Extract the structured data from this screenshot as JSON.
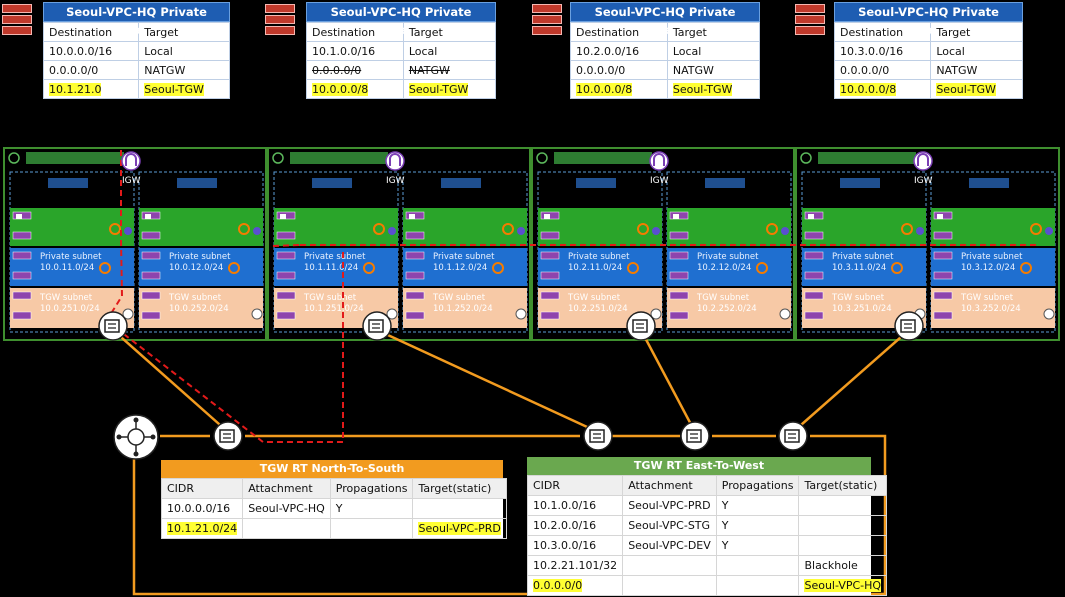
{
  "route_tables": [
    {
      "title": "Seoul-VPC-HQ Private Subnet RT",
      "headers": [
        "Destination",
        "Target"
      ],
      "rows": [
        {
          "dest": "10.0.0.0/16",
          "target": "Local"
        },
        {
          "dest": "0.0.0.0/0",
          "target": "NATGW"
        },
        {
          "dest": "10.1.21.0",
          "target": "Seoul-TGW"
        }
      ]
    },
    {
      "title": "Seoul-VPC-HQ Private Subnet RT",
      "headers": [
        "Destination",
        "Target"
      ],
      "rows": [
        {
          "dest": "10.1.0.0/16",
          "target": "Local"
        },
        {
          "dest": "0.0.0.0/0",
          "target": "NATGW"
        },
        {
          "dest": "10.0.0.0/8",
          "target": "Seoul-TGW"
        }
      ]
    },
    {
      "title": "Seoul-VPC-HQ Private Subnet RT",
      "headers": [
        "Destination",
        "Target"
      ],
      "rows": [
        {
          "dest": "10.2.0.0/16",
          "target": "Local"
        },
        {
          "dest": "0.0.0.0/0",
          "target": "NATGW"
        },
        {
          "dest": "10.0.0.0/8",
          "target": "Seoul-TGW"
        }
      ]
    },
    {
      "title": "Seoul-VPC-HQ Private Subnet RT",
      "headers": [
        "Destination",
        "Target"
      ],
      "rows": [
        {
          "dest": "10.3.0.0/16",
          "target": "Local"
        },
        {
          "dest": "0.0.0.0/0",
          "target": "NATGW"
        },
        {
          "dest": "10.0.0.0/8",
          "target": "Seoul-TGW"
        }
      ]
    }
  ],
  "igw_label": "IGW",
  "private_subnet_label": "Private subnet",
  "tgw_subnet_label": "TGW subnet",
  "subnets": [
    {
      "private": "10.0.11.0/24",
      "tgw": "10.0.251.0/24"
    },
    {
      "private": "10.0.12.0/24",
      "tgw": "10.0.252.0/24"
    },
    {
      "private": "10.1.11.0/24",
      "tgw": "10.1.251.0/24"
    },
    {
      "private": "10.1.12.0/24",
      "tgw": "10.1.252.0/24"
    },
    {
      "private": "10.2.11.0/24",
      "tgw": "10.2.251.0/24"
    },
    {
      "private": "10.2.12.0/24",
      "tgw": "10.2.252.0/24"
    },
    {
      "private": "10.3.11.0/24",
      "tgw": "10.3.251.0/24"
    },
    {
      "private": "10.3.12.0/24",
      "tgw": "10.3.252.0/24"
    }
  ],
  "tgw_rt_ns": {
    "title": "TGW RT  North-To-South",
    "headers": [
      "CIDR",
      "Attachment",
      "Propagations",
      "Target(static)"
    ],
    "rows": [
      [
        "10.0.0.0/16",
        "Seoul-VPC-HQ",
        "Y",
        ""
      ],
      [
        "10.1.21.0/24",
        "",
        "",
        "Seoul-VPC-PRD"
      ]
    ]
  },
  "tgw_rt_ew": {
    "title": "TGW RT  East-To-West",
    "headers": [
      "CIDR",
      "Attachment",
      "Propagations",
      "Target(static)"
    ],
    "rows": [
      [
        "10.1.0.0/16",
        "Seoul-VPC-PRD",
        "Y",
        ""
      ],
      [
        "10.2.0.0/16",
        "Seoul-VPC-STG",
        "Y",
        ""
      ],
      [
        "10.3.0.0/16",
        "Seoul-VPC-DEV",
        "Y",
        ""
      ],
      [
        "10.2.21.101/32",
        "",
        "",
        "Blackhole"
      ],
      [
        "0.0.0.0/0",
        "",
        "",
        "Seoul-VPC-HQ"
      ]
    ]
  },
  "colors": {
    "route_table_header": "#1e5db2",
    "highlight": "#ffff33",
    "vpc_border": "#3f8f2f",
    "public_subnet": "#2aa52a",
    "private_subnet": "#1f6fd0",
    "tgw_subnet": "#f7c9a6",
    "tgw_link": "#f29b1f",
    "traffic_path": "#e21a1a",
    "ns_header": "#f29b1f",
    "ew_header": "#6aa84f"
  }
}
